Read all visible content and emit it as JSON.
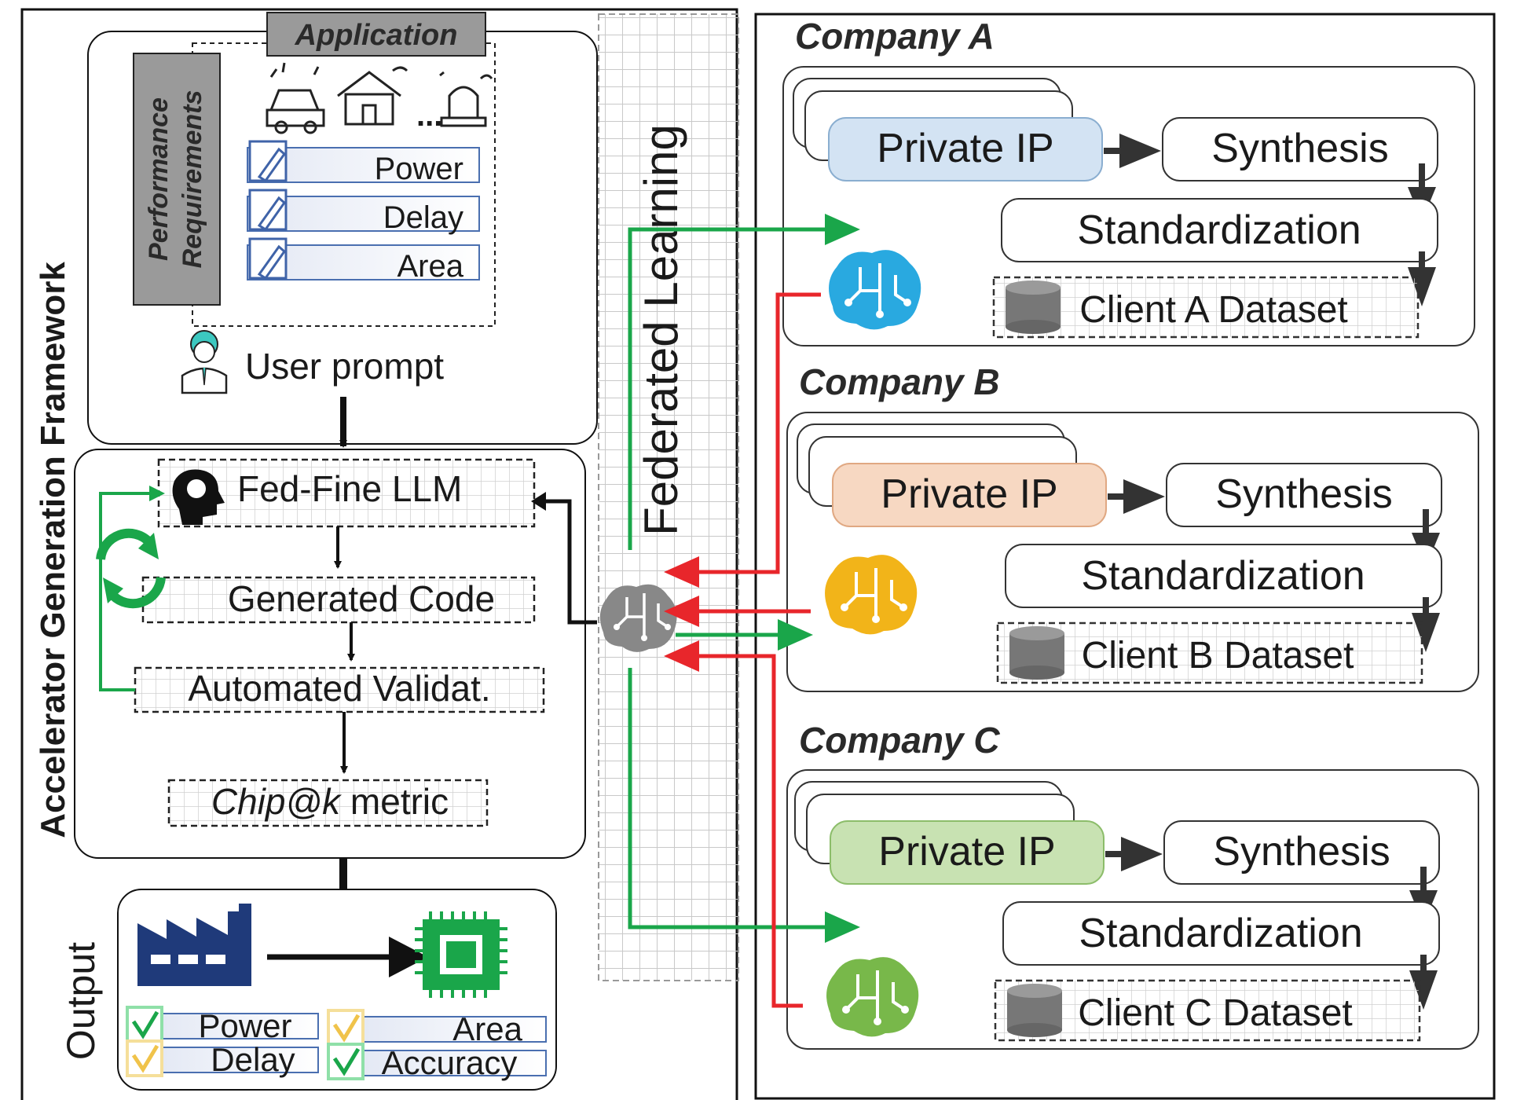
{
  "framework_title": "Accelerator Generation Framework",
  "application_label": "Application",
  "performance_label_line1": "Performance",
  "performance_label_line2": "Requirements",
  "ellipsis": "...",
  "requirements": [
    "Power",
    "Delay",
    "Area"
  ],
  "user_prompt": "User prompt",
  "fed_llm": "Fed-Fine LLM",
  "generated_code": "Generated Code",
  "validation": "Automated Validat.",
  "chip_metric_italic": "Chip@k",
  "chip_metric_rest": " metric",
  "output_label": "Output",
  "output_checks": [
    "Power",
    "Area",
    "Delay",
    "Accuracy"
  ],
  "federated_label": "Federated Learning",
  "companies": [
    {
      "title": "Company A",
      "private_ip": "Private IP",
      "synthesis": "Synthesis",
      "standardization": "Standardization",
      "dataset": "Client A Dataset",
      "ip_color": "#d3e3f3",
      "brain_color": "#29a9e0"
    },
    {
      "title": "Company B",
      "private_ip": "Private IP",
      "synthesis": "Synthesis",
      "standardization": "Standardization",
      "dataset": "Client B Dataset",
      "ip_color": "#f7d8c2",
      "brain_color": "#f2b419"
    },
    {
      "title": "Company C",
      "private_ip": "Private IP",
      "synthesis": "Synthesis",
      "standardization": "Standardization",
      "dataset": "Client C Dataset",
      "ip_color": "#c8e2b2",
      "brain_color": "#78b84a"
    }
  ],
  "colors": {
    "green_arrow": "#1aa64a",
    "red_arrow": "#e8262b",
    "factory": "#1f3a7a",
    "chip": "#1aa64a"
  }
}
